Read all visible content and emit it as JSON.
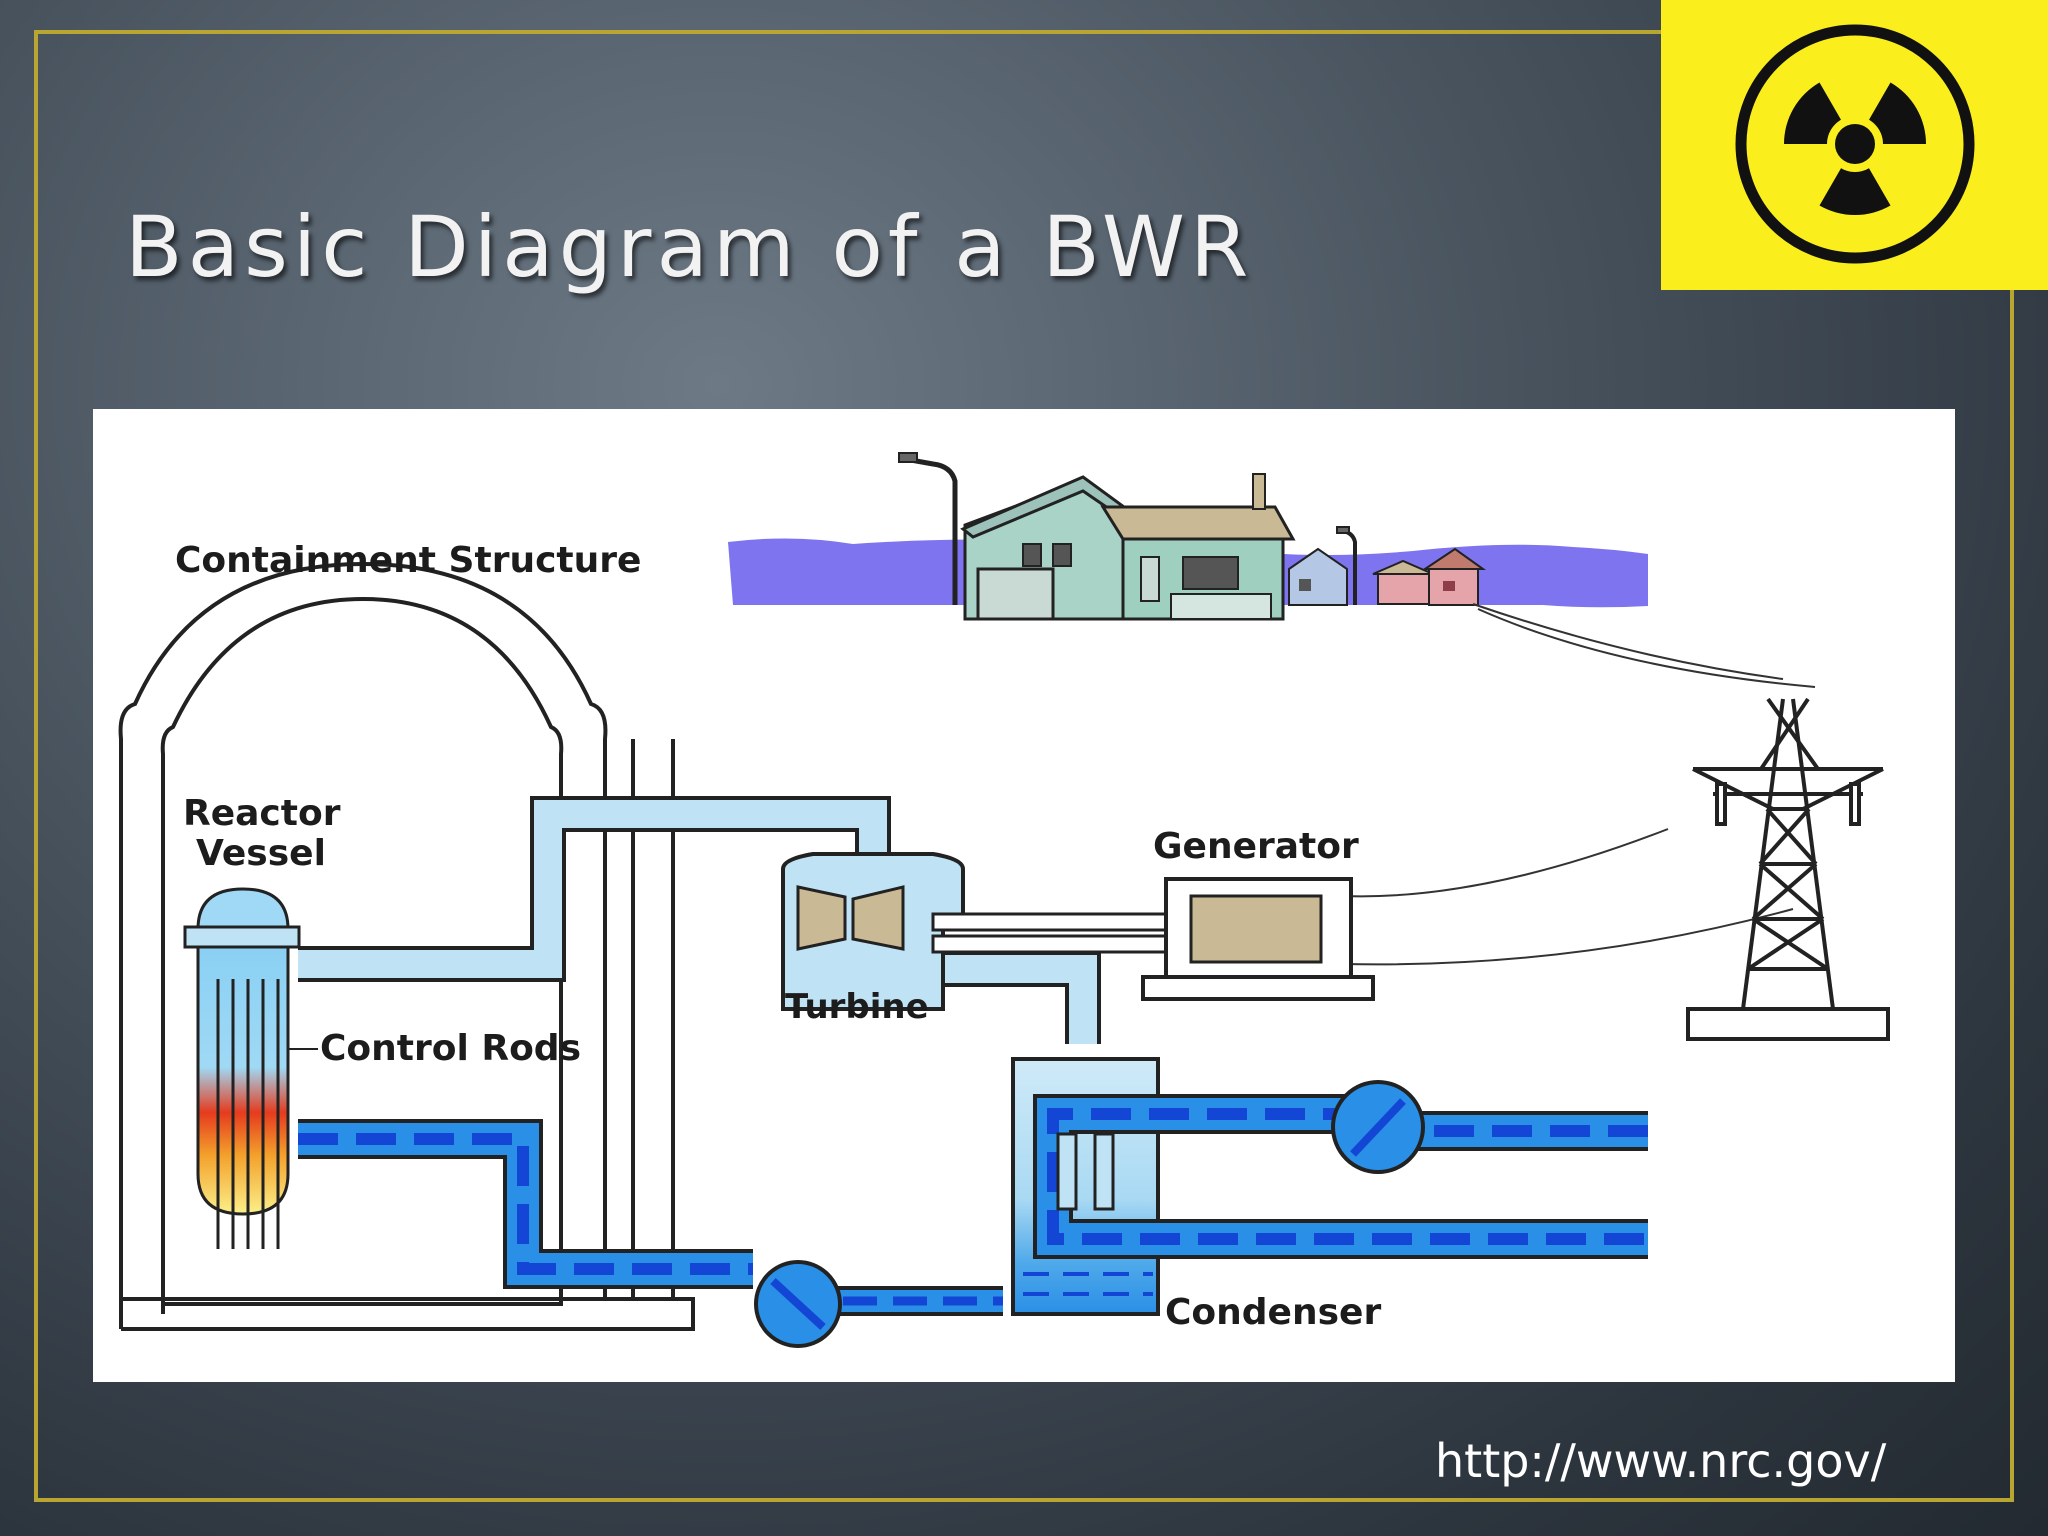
{
  "slide": {
    "title": "Basic Diagram of a BWR",
    "source_url": "http://www.nrc.gov/"
  },
  "badge": {
    "icon": "radiation-hazard-icon",
    "background": "#fbee1d"
  },
  "diagram": {
    "labels": {
      "containment": "Containment Structure",
      "reactor_vessel_line1": "Reactor",
      "reactor_vessel_line2": "Vessel",
      "control_rods": "Control Rods",
      "turbine": "Turbine",
      "generator": "Generator",
      "condenser": "Condenser"
    }
  },
  "colors": {
    "steam": "#bfe3f5",
    "water": "#2a8fe6",
    "flow_dash": "#1446d6",
    "skyline": "#7f74ef",
    "frame": "#b9a531"
  }
}
